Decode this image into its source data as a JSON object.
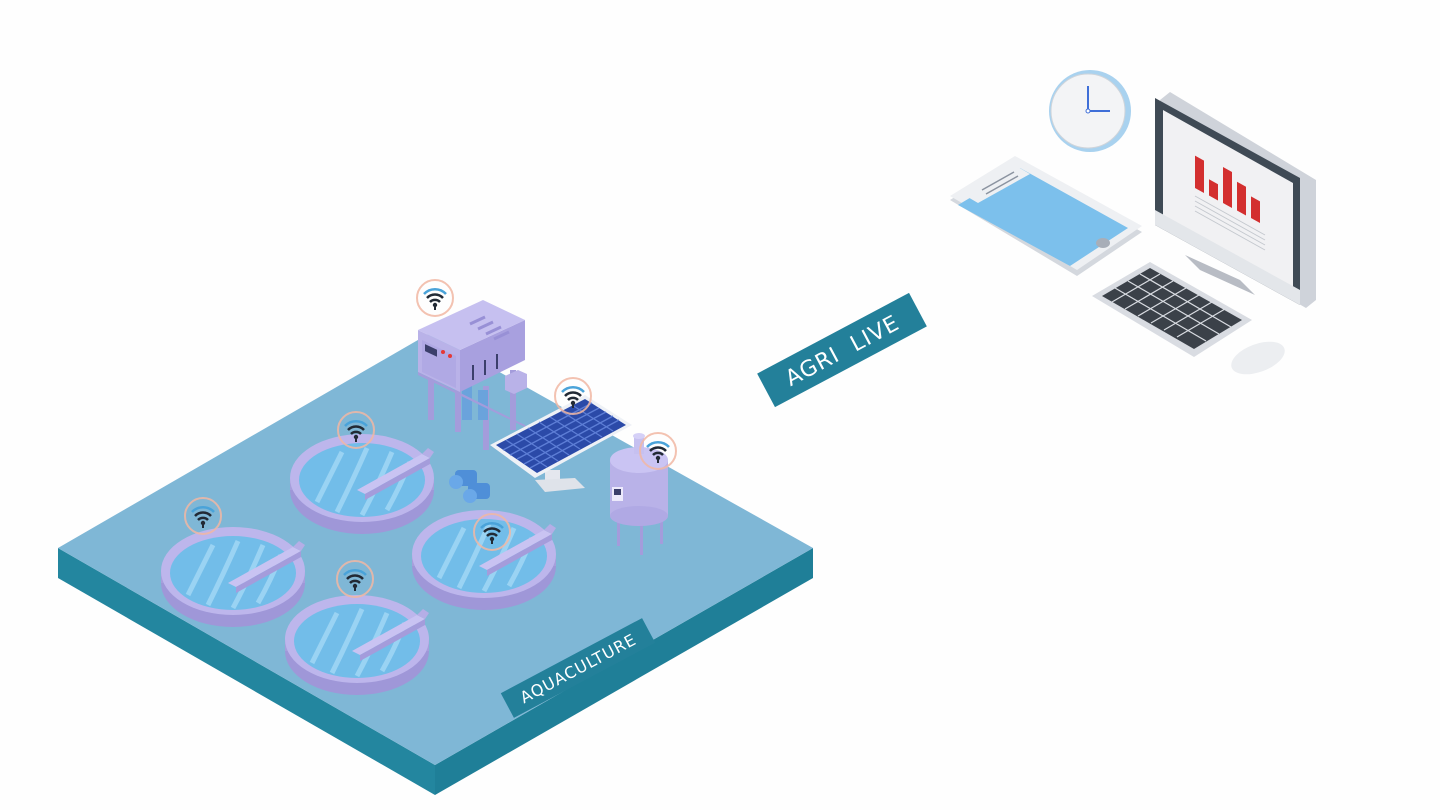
{
  "banner": {
    "text": "AGRI  LIVE"
  },
  "platform": {
    "label": "AQUACULTURE"
  },
  "colors": {
    "platform_top": "#7fb7d6",
    "platform_side": "#23869f",
    "banner_bg": "#23809a",
    "tank_rim": "#b5aee6",
    "tank_water": "#72bde9",
    "equipment": "#b9b2e8",
    "solar_cell": "#2b4aa8",
    "sensor_ring": "#f1b7a3",
    "chart_bar": "#d32f2f",
    "tablet_screen": "#7cc0ec",
    "monitor_bezel": "#3f4a55"
  },
  "sensors": [
    {
      "name": "filter-unit-sensor"
    },
    {
      "name": "solar-panel-sensor"
    },
    {
      "name": "tank-sensor"
    },
    {
      "name": "tank-1-sensor"
    },
    {
      "name": "tank-2-sensor"
    },
    {
      "name": "tank-3-sensor"
    },
    {
      "name": "tank-4-sensor"
    }
  ],
  "monitor_chart": {
    "bars": [
      0.9,
      0.45,
      1.0,
      0.8,
      0.6
    ]
  }
}
